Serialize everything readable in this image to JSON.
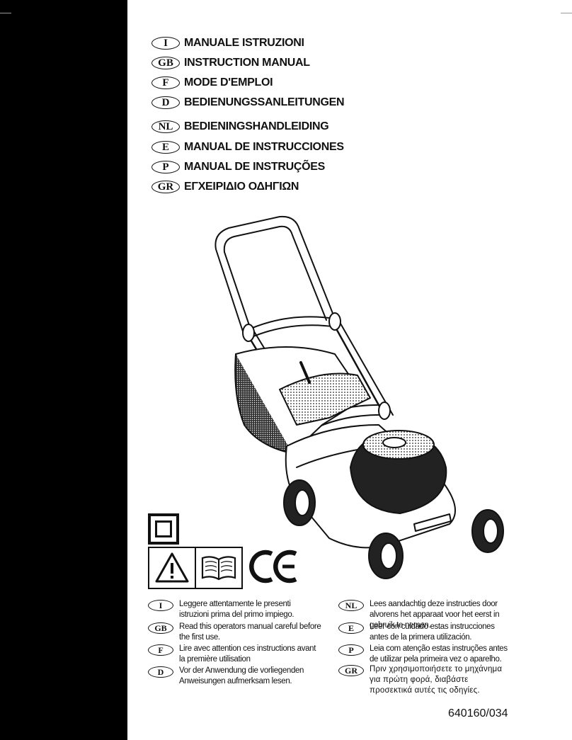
{
  "titles": [
    {
      "code": "I",
      "label": "MANUALE ISTRUZIONI"
    },
    {
      "code": "GB",
      "label": "INSTRUCTION MANUAL"
    },
    {
      "code": "F",
      "label": "MODE D'EMPLOI"
    },
    {
      "code": "D",
      "label": "BEDIENUNGSSANLEITUNGEN"
    },
    {
      "code": "NL",
      "label": "BEDIENINGSHANDLEIDING"
    },
    {
      "code": "E",
      "label": "MANUAL DE INSTRUCCIONES"
    },
    {
      "code": "P",
      "label": "MANUAL DE INSTRUÇÕES"
    },
    {
      "code": "GR",
      "label": "ΕΓΧΕΙΡΙΔΙΟ ΟΔΗΓΙΩΝ"
    }
  ],
  "instructions_left": [
    {
      "code": "I",
      "text": "Leggere attentamente le presenti istruzioni prima del primo impiego."
    },
    {
      "code": "GB",
      "text": "Read this operators manual careful before the first use."
    },
    {
      "code": "F",
      "text": "Lire avec attention ces instructions avant la première utilisation"
    },
    {
      "code": "D",
      "text": "Vor der Anwendung die vorliegenden Anweisungen aufmerksam lesen."
    }
  ],
  "instructions_right": [
    {
      "code": "NL",
      "text": "Lees aandachtig deze instructies door alvorens het apparaat voor het eerst in gebruik te nemen."
    },
    {
      "code": "E",
      "text": "Leer con cuidado estas instrucciones antes de la primera utilización."
    },
    {
      "code": "P",
      "text": "Leia com atenção estas instruções antes de utilizar pela primeira vez o aparelho."
    },
    {
      "code": "GR",
      "text": "Πριν χρησιμοποιήσετε το μηχάνημα για πρώτη φορά, διαβάστε προσεκτικά αυτές τις οδηγίες."
    }
  ],
  "doc_number": "640160/034",
  "icons": {
    "class2": "double-insulation-icon",
    "warning": "warning-triangle-icon",
    "manual": "open-book-icon",
    "ce": "ce-mark-icon"
  }
}
